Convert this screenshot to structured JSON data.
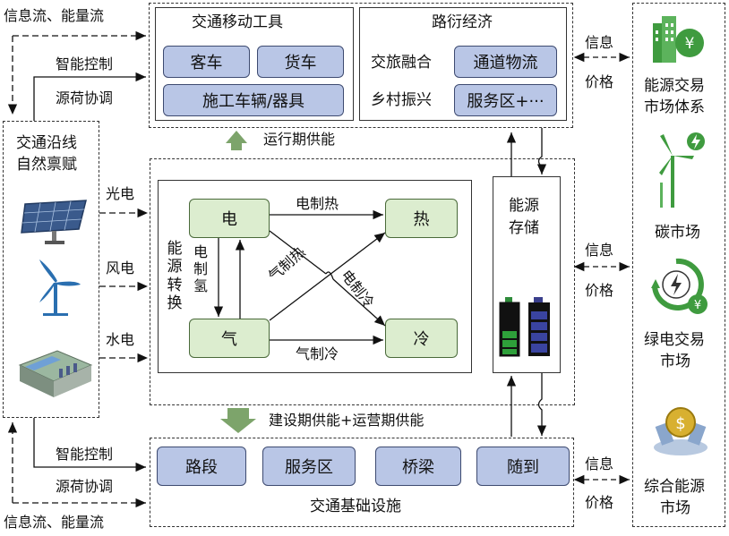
{
  "mobile_tools": {
    "title": "交通移动工具",
    "items": [
      "客车",
      "货车",
      "施工车辆/器具"
    ]
  },
  "road_economy": {
    "title": "路衍经济",
    "row1_label": "交旅融合",
    "row1_box": "通道物流",
    "row2_label": "乡村振兴",
    "row2_box": "服务区+···"
  },
  "top_left_flow": "信息流、能量流",
  "bottom_left_flow": "信息流、能量流",
  "smart_control_top": [
    "智能控制",
    "源荷协调"
  ],
  "smart_control_bottom": [
    "智能控制",
    "源荷协调"
  ],
  "nature": {
    "title": [
      "交通沿线",
      "自然禀赋"
    ],
    "sources": [
      "光电",
      "风电",
      "水电"
    ]
  },
  "operation_supply": "运行期供能",
  "construction_supply": "建设期供能+运营期供能",
  "conversion": {
    "label": "能源转换",
    "nodes": {
      "elec": "电",
      "heat": "热",
      "gas": "气",
      "cold": "冷"
    },
    "edges": {
      "e2h": "电制热",
      "e2g": "电制氢",
      "g2h": "气制热",
      "e2c": "电制冷",
      "g2c": "气制冷"
    }
  },
  "storage": {
    "title": [
      "能源",
      "存储"
    ]
  },
  "infra": {
    "title": "交通基础设施",
    "items": [
      "路段",
      "服务区",
      "桥梁",
      "随到"
    ]
  },
  "info_price": [
    "信息",
    "价格"
  ],
  "markets": [
    {
      "name": [
        "能源交易",
        "市场体系"
      ],
      "icon": "building-yen-icon"
    },
    {
      "name": [
        "碳市场"
      ],
      "icon": "wind-turbine-icon"
    },
    {
      "name": [
        "绿电交易",
        "市场"
      ],
      "icon": "green-power-icon"
    },
    {
      "name": [
        "综合能源",
        "市场"
      ],
      "icon": "integrated-energy-icon"
    }
  ],
  "colors": {
    "blue_box": "#b9c6e6",
    "green_box": "#dcedcf",
    "icon_green": "#3f9b3f",
    "arrow_green": "#7da46b"
  }
}
